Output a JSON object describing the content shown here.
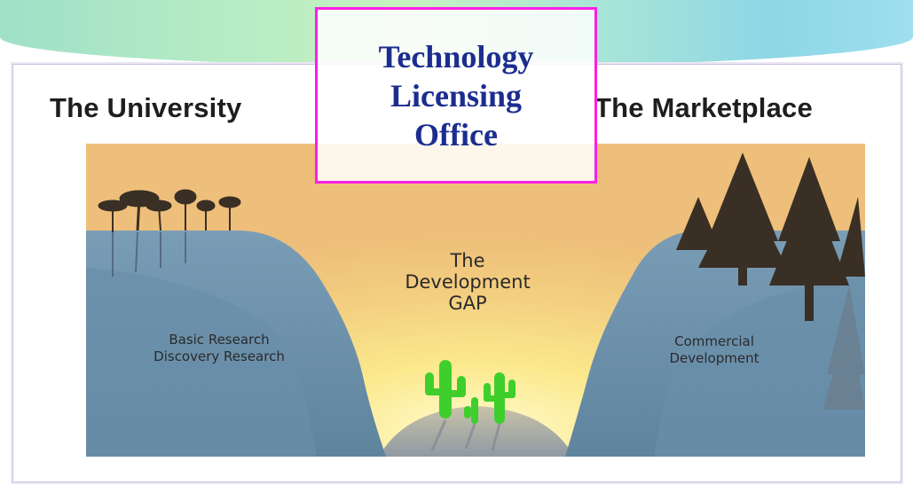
{
  "slide": {
    "heading_left": "The University",
    "heading_right": "The Marketplace",
    "tlo_box": {
      "lines": [
        "Technology",
        "Licensing",
        "Office"
      ],
      "border_color": "#ff1ee6",
      "text_color": "#1c2d8f"
    }
  },
  "illustration": {
    "gap_title_lines": [
      "The",
      "Development",
      "GAP"
    ],
    "left_cliff_lines": [
      "Basic Research",
      "Discovery Research"
    ],
    "right_cliff_lines": [
      "Commercial",
      "Development"
    ],
    "colors": {
      "sky_top": "#f0c27a",
      "sky_glow": "#fff7b0",
      "cliff": "#6f93ad",
      "cliff_dark": "#5b7f99",
      "cactus": "#3fcf2c",
      "tree": "#3a2f24"
    }
  }
}
